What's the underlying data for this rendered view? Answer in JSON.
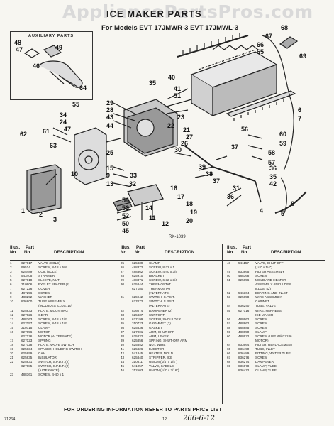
{
  "watermark": "AppliancePartsPros.com",
  "header": {
    "title": "ICE MAKER PARTS",
    "models": "For Models EVT 17JMWR-3 EVT 17JMWL-3"
  },
  "aux_title": "AUXILIARY PARTS",
  "diagram_id": "RK-1039",
  "callouts": [
    "48",
    "47",
    "49",
    "46",
    "64",
    "68",
    "67",
    "66",
    "65",
    "69",
    "35",
    "41",
    "51",
    "40",
    "29",
    "28",
    "43",
    "44",
    "34",
    "24",
    "47",
    "61",
    "55",
    "62",
    "63",
    "60",
    "59",
    "58",
    "57",
    "56",
    "54",
    "53",
    "52",
    "50",
    "45",
    "26",
    "27",
    "29",
    "30",
    "33",
    "32",
    "31",
    "25",
    "15",
    "6",
    "1",
    "7",
    "39",
    "38",
    "37",
    "36",
    "42",
    "23",
    "22",
    "21",
    "20",
    "19",
    "18",
    "17",
    "16",
    "14",
    "13",
    "12",
    "11",
    "10",
    "9",
    "8",
    "5",
    "4",
    "3",
    "2"
  ],
  "table": {
    "col1_label": "Illus.",
    "col2_label": "Part",
    "header_no": "No.",
    "header_partno": "No.",
    "header_desc": "DESCRIPTION",
    "columns": [
      [
        [
          "1",
          "627017",
          "VALVE (SOLE)"
        ],
        [
          "2",
          "99514",
          "SCREW, 8-18 x 5/8"
        ],
        [
          "3",
          "625489",
          "COIL (SOLE)"
        ],
        [
          "4",
          "543405",
          "STRAINER"
        ],
        [
          "5",
          "627018",
          "SLEEVE, NUT"
        ],
        [
          "6",
          "310906",
          "EYELET SPACER (2)"
        ],
        [
          "7",
          "627226",
          "COVER"
        ],
        [
          "8",
          "487256",
          "SCREW"
        ],
        [
          "9",
          "488292",
          "WASHER"
        ],
        [
          "10",
          "836800",
          "TUBE ASSEMBLY"
        ],
        [
          "",
          "",
          "(INCLUDES ILLUS. 10)"
        ],
        [
          "11",
          "625833",
          "PLATE, MOUNTING"
        ],
        [
          "12",
          "627026",
          "GEAR"
        ],
        [
          "13",
          "488363",
          "SCREW, 8-18 x 1/2"
        ],
        [
          "14",
          "627057",
          "SCREW, 8-18 x 1/2"
        ],
        [
          "15",
          "310715",
          "CLAMP"
        ],
        [
          "16",
          "627056",
          "MOTOR"
        ],
        [
          "",
          "627176",
          "MOTOR (ALTERNATE)"
        ],
        [
          "17",
          "627023",
          "SPRING"
        ],
        [
          "18",
          "627028",
          "PLATE, VALVE SWITCH"
        ],
        [
          "19",
          "625834",
          "SPACER, HOLDING SWITCH"
        ],
        [
          "20",
          "625899",
          "CAM"
        ],
        [
          "21",
          "625835",
          "INSULATOR"
        ],
        [
          "22",
          "625831",
          "SWITCH, S.P.D.T. (2)"
        ],
        [
          "",
          "627085",
          "SWITCH, S.P.D.T. (2)"
        ],
        [
          "",
          "",
          "(ALTERNATE)"
        ],
        [
          "23",
          "488361",
          "SCREW, 4-40 x 1"
        ]
      ],
      [
        [
          "25",
          "625839",
          "CLAMP"
        ],
        [
          "26",
          "488372",
          "SCREW, 8-32 x 1"
        ],
        [
          "27",
          "488362",
          "SCREW, 4-40 x 3/4"
        ],
        [
          "28",
          "625910",
          "BRACKET"
        ],
        [
          "29",
          "488371",
          "SCREW, 6-32 x 3/4"
        ],
        [
          "30",
          "625844",
          "THERMOSTAT"
        ],
        [
          "",
          "627180",
          "THERMOSTAT"
        ],
        [
          "",
          "",
          "(ALTERNATE)"
        ],
        [
          "31",
          "625942",
          "SWITCH, S.P.S.T."
        ],
        [
          "",
          "627072",
          "SWITCH, S.P.S.T."
        ],
        [
          "",
          "",
          "(ALTERNATE)"
        ],
        [
          "32",
          "836074",
          "DAMPENER (2)"
        ],
        [
          "33",
          "625837",
          "SUPPORT"
        ],
        [
          "34",
          "627199",
          "SCREW, SHOULDER"
        ],
        [
          "35",
          "310723",
          "GROMMET (2)"
        ],
        [
          "36",
          "625836",
          "GASKET"
        ],
        [
          "37",
          "627001",
          "ARM, SHUT-OFF"
        ],
        [
          "38",
          "625832",
          "ARM, LEVER"
        ],
        [
          "39",
          "625856",
          "SPRING, SHUT-OFF ARM"
        ],
        [
          "40",
          "625852",
          "NUT, WIRE"
        ],
        [
          "41",
          "625826",
          "EJECTOR"
        ],
        [
          "42",
          "541845",
          "HEATER, MOLD"
        ],
        [
          "43",
          "625840",
          "STRIPPER, ICE"
        ],
        [
          "44",
          "310811",
          "UNION (1/4\" x 1/4\")"
        ],
        [
          "45",
          "541057",
          "VALVE, SADDLE"
        ],
        [
          "46",
          "312503",
          "UNION (1/4\" x 3/16\")"
        ]
      ],
      [
        [
          "48",
          "541157",
          "VALVE, SHUT-OFF"
        ],
        [
          "",
          "",
          "(1/4\" x 1/4\")"
        ],
        [
          "49",
          "833865",
          "FILTER ASSEMBLY"
        ],
        [
          "50",
          "488368",
          "SCREW"
        ],
        [
          "51",
          "625856",
          "MOLD AND HEATER"
        ],
        [
          "",
          "",
          "ASSEMBLY (INCLUDES"
        ],
        [
          "",
          "",
          "ILLUS. 42)"
        ],
        [
          "52",
          "546304",
          "BEARING AND INLET"
        ],
        [
          "53",
          "625858",
          "WIRE ASSEMBLY,"
        ],
        [
          "",
          "",
          "CABINET"
        ],
        [
          "54",
          "836240",
          "TUBE, VALVE"
        ],
        [
          "55",
          "627016",
          "WIRE, HARNESS"
        ],
        [
          "",
          "",
          "ICE MAKER"
        ],
        [
          "56",
          "488662",
          "SCREW"
        ],
        [
          "57",
          "488862",
          "SCREW"
        ],
        [
          "58",
          "488885",
          "SCREW"
        ],
        [
          "59",
          "488650",
          "CLAMP"
        ],
        [
          "60",
          "488622",
          "SCREW (USE W/627186"
        ],
        [
          "",
          "",
          "MOTOR)"
        ],
        [
          "64",
          "833664",
          "FILTER, REPLACEMENT"
        ],
        [
          "65",
          "836490",
          "TUBE, INLET"
        ],
        [
          "66",
          "836489",
          "FITTING, WATER TUBE"
        ],
        [
          "67",
          "836276",
          "SCREW"
        ],
        [
          "68",
          "836274",
          "DAMPENER"
        ],
        [
          "69",
          "836078",
          "CLAMP, TUBE"
        ],
        [
          "",
          "836472",
          "CLAMP, TUBE"
        ]
      ]
    ]
  },
  "footer": {
    "note": "FOR ORDERING INFORMATION REFER TO PARTS PRICE LIST",
    "page_left": "71264",
    "page_center": "12",
    "handwritten": "266-6-12"
  }
}
